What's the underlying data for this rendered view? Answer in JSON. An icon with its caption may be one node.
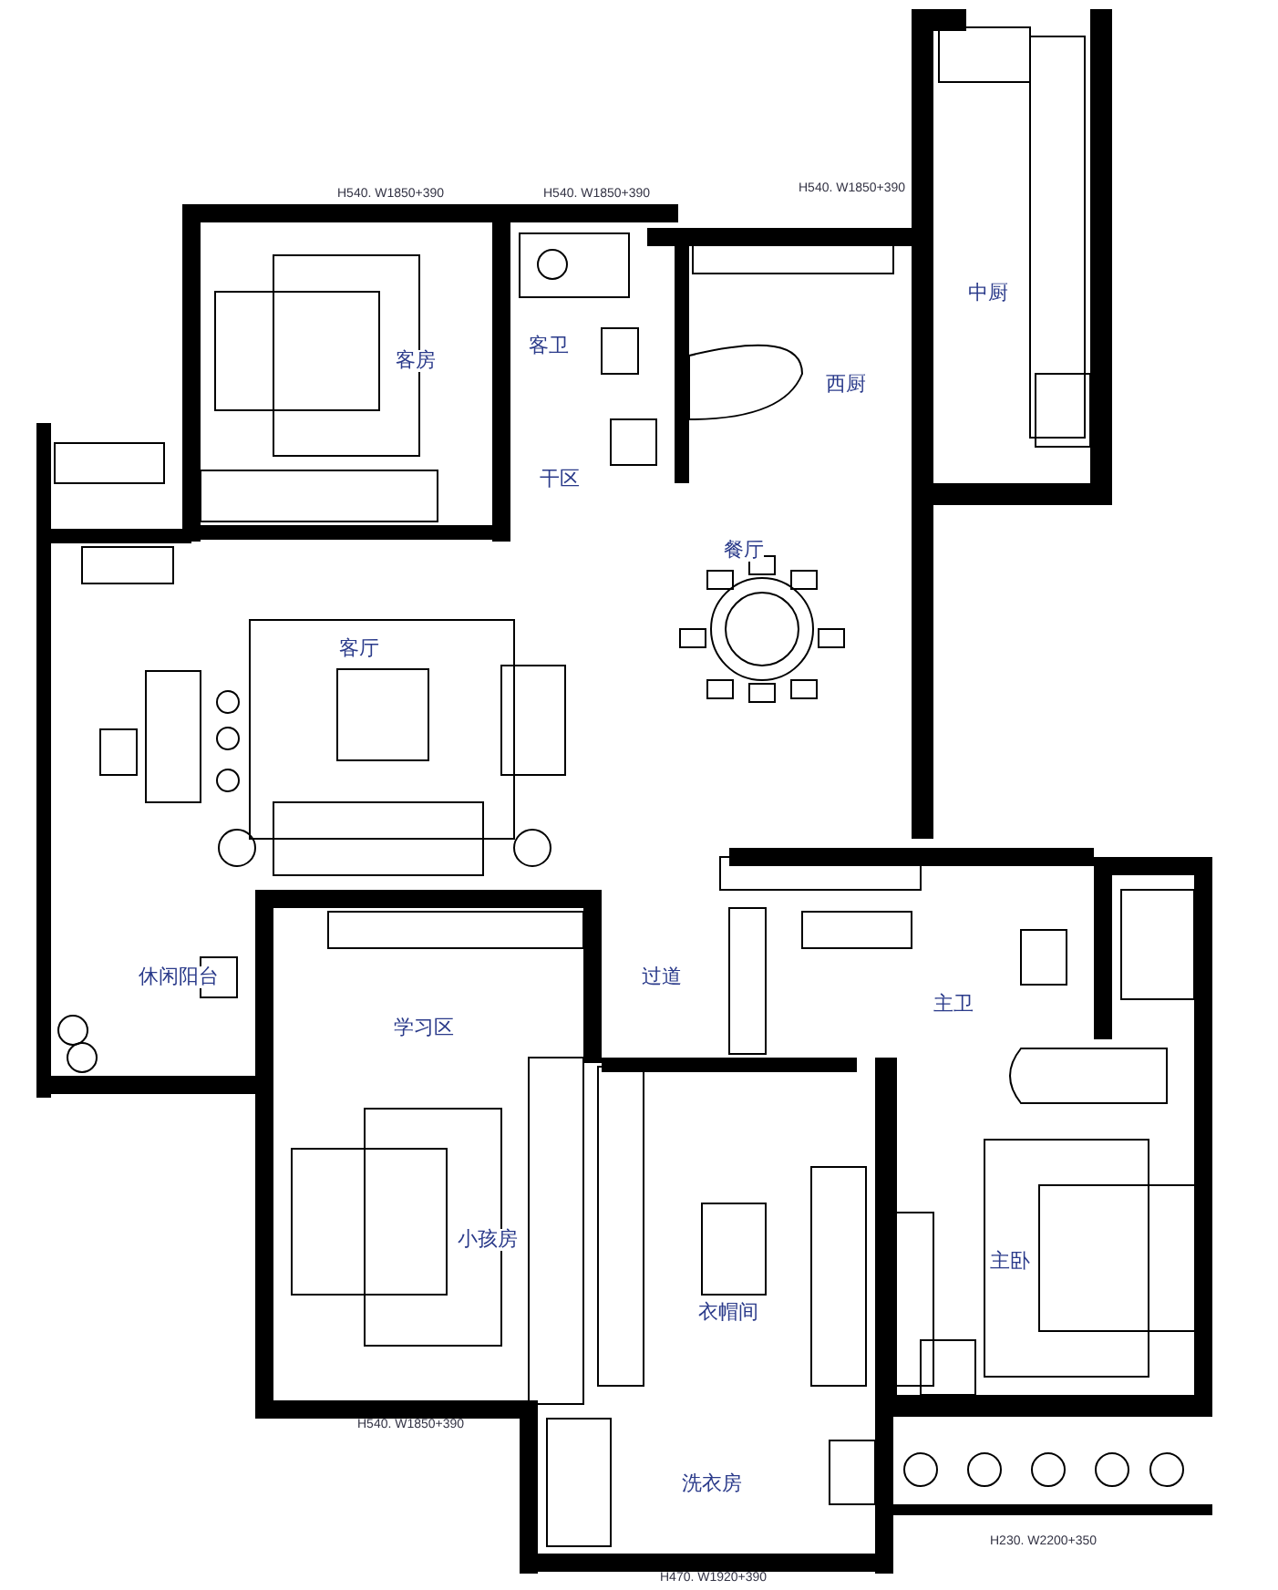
{
  "diagram": {
    "labels": [
      "H540. W1850+390",
      "H540. W1850+390",
      "H540. W1850+390",
      "中厨",
      "客卫",
      "客房",
      "西厨",
      "干区",
      "餐厅",
      "客厅",
      "休闲阳台",
      "过道",
      "学习区",
      "主卫",
      "小孩房",
      "主卧",
      "衣帽间",
      "H540. W1850+390",
      "洗衣房",
      "H470. W1920+390",
      "H230. W2200+350"
    ]
  }
}
